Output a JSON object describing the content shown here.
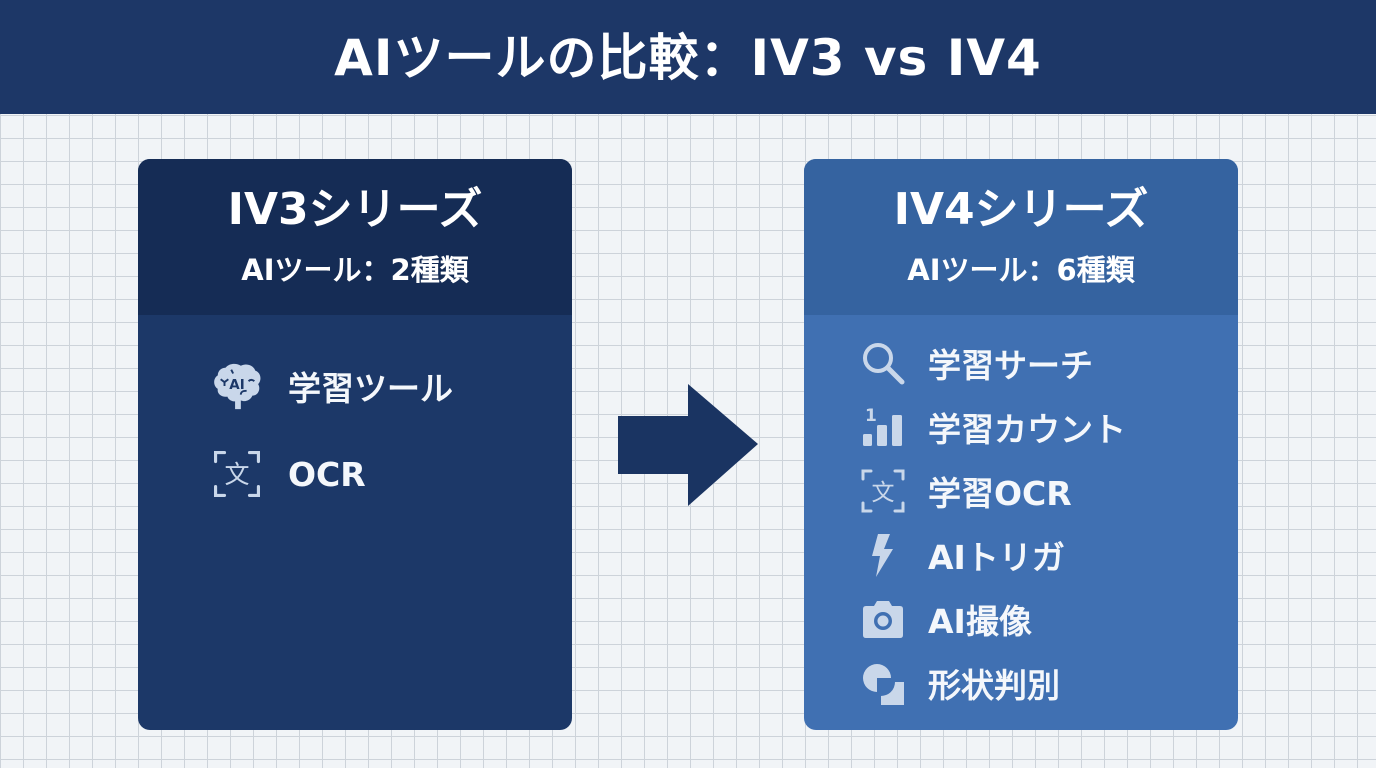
{
  "header": {
    "title": "AIツールの比較：IV3 vs IV4"
  },
  "colors": {
    "header_bg": "#1d3767",
    "iv3_card": "#1c3868",
    "iv3_card_head": "#152c55",
    "iv4_card": "#4070b2",
    "iv4_card_head": "#3563a0",
    "arrow": "#1a3462",
    "icon": "#c9d7ea"
  },
  "cards": [
    {
      "title": "IV3シリーズ",
      "subtitle": "AIツール：2種類",
      "items": [
        {
          "icon": "brain-ai-icon",
          "label": "学習ツール"
        },
        {
          "icon": "ocr-text-icon",
          "label": "OCR"
        }
      ]
    },
    {
      "title": "IV4シリーズ",
      "subtitle": "AIツール：6種類",
      "items": [
        {
          "icon": "search-icon",
          "label": "学習サーチ"
        },
        {
          "icon": "count-bars-icon",
          "label": "学習カウント"
        },
        {
          "icon": "ocr-text-icon",
          "label": "学習OCR"
        },
        {
          "icon": "lightning-icon",
          "label": "AIトリガ"
        },
        {
          "icon": "camera-icon",
          "label": "AI撮像"
        },
        {
          "icon": "shape-icon",
          "label": "形状判別"
        }
      ]
    }
  ],
  "arrow": {
    "icon": "right-arrow-icon",
    "direction": "right"
  }
}
